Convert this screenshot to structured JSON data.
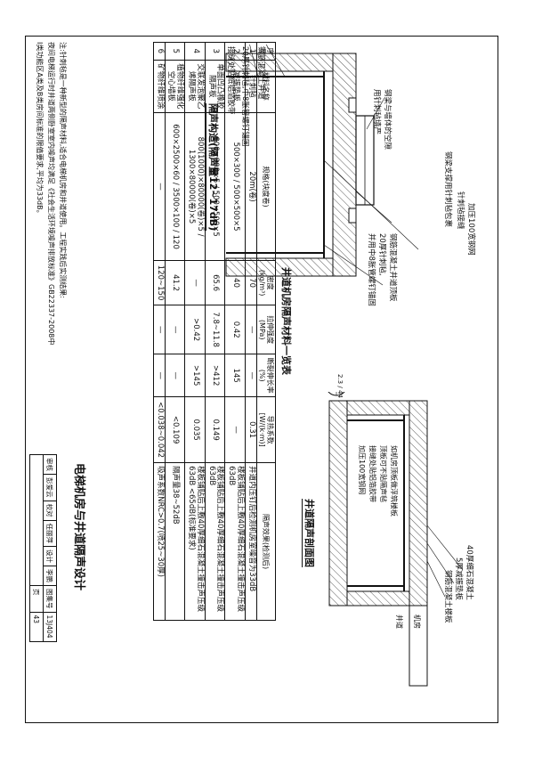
{
  "sheet": {
    "title": "电梯机房与井道隔声设计",
    "atlas_no_label": "图集号",
    "atlas_no": "13J404",
    "page_label": "页",
    "page_no": "43",
    "signoff": [
      "审核",
      "彭爱云",
      "校对",
      "任丽萍",
      "设计",
      "李鹏"
    ]
  },
  "detail_left": {
    "title": "隔声构造(隔声量12~17dB)",
    "labels": [
      "钢梁与墙体的空隙",
      "用针刺毡填严",
      "钢梁支撑用针刺毡包裹",
      "针刺毡接缝",
      "加压100宽钢网",
      "钢筋混凝土井道顶板",
      "20厚针刺毡,",
      "并用中8胀管螺钉锚固",
      "钢筋混凝土井道",
      "20厚针刺毡,中8胀管螺钉锚固",
      "接缝处贴纸铝箔胶带"
    ]
  },
  "detail_right": {
    "title": "井道隔声剖面图",
    "callout": "2.3 / 44",
    "labels": [
      "40厚细石混凝土",
      "5厚减振垫板",
      "钢筋混凝土楼板",
      "机房",
      "井道",
      "如机房顶板做浮筑楼板",
      "顶板可不贴隔声毡",
      "接缝处贴铝箔胶带",
      "加压100宽钢网"
    ]
  },
  "materials_table": {
    "title": "井道机房隔声材料一览表",
    "headers": [
      "序号",
      "材料名称",
      "规格(块度卷)",
      "密度(kg/m³)",
      "拉伸强度(MPa)",
      "断裂伸长率(%)",
      "导热系数[W/(k·m)]",
      "隔声效果(检测后)"
    ],
    "rows": [
      [
        "1",
        "针刺毡",
        "20m(卷)",
        "70",
        "—",
        "—",
        "0.31",
        "井道内压钉后检测机房室噪音为33dB"
      ],
      [
        "2",
        "减振垫板",
        "500×300 / 500×500×5",
        "40",
        "0.42",
        "145",
        "—",
        "楼板铺贴后上敷40厚细石混凝土撞击声压级63dB"
      ],
      [
        "3",
        "单面凹凸橡胶隔声板",
        "800×800×5 / 500×500×5",
        "65.6",
        "7.8~11.8",
        ">412",
        "0.149",
        "楼板铺贴后上敷40厚细石混凝土撞击声压级63dB"
      ],
      [
        "4",
        "交联发泡聚乙烯隔声板",
        "800(1000)×80000(卷)×5 / 1300×80000(卷)×5",
        "—",
        ">0.42",
        ">145",
        "0.035",
        "楼板铺贴后上敷40厚细石混凝土撞击声压级63dB <65dB(标准要求)"
      ],
      [
        "5",
        "植物纤维强化空心墙板",
        "600×2500×60 / 3500×100 / 120",
        "41.2",
        "—",
        "—",
        "<0.109",
        "隔声量38~52dB"
      ],
      [
        "6",
        "矿物纤维喷涂",
        "—",
        "120~150",
        "—",
        "—",
        "<0.038~0.042",
        "吸声系数NRC>0.7(喷25~30厚)"
      ]
    ]
  },
  "note": [
    "注:针刺毡是一种新型的隔声材料,适合电梯机房和井道使用。工程实践后实测结果:",
    "夜间电梯运行时井道两侧卧室室内噪声均满足《社会生活环境噪声排放标准》GB22337-2008中",
    "I类功能区A类及B类房间标准的限值要求,平均为33dB。"
  ]
}
